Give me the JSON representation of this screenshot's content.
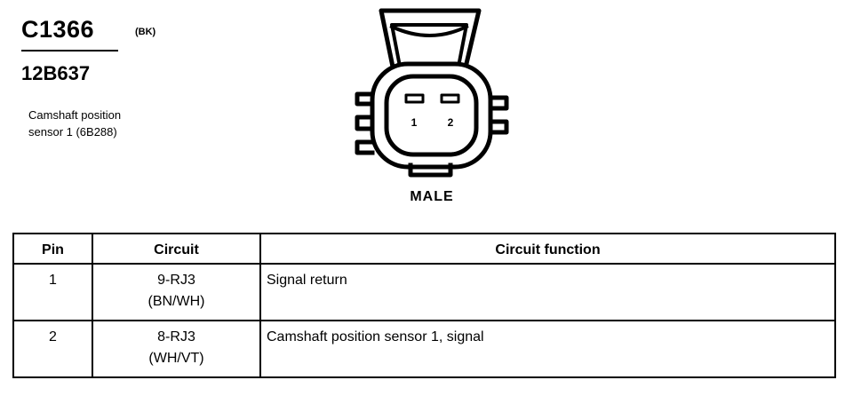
{
  "header": {
    "connector_id": "C1366",
    "color_code": "(BK)",
    "part_number": "12B637",
    "description_lines": [
      "Camshaft position",
      "sensor 1 (6B288)"
    ]
  },
  "connector": {
    "pin_labels": [
      "1",
      "2"
    ],
    "view": "MALE"
  },
  "table": {
    "headers": [
      "Pin",
      "Circuit",
      "Circuit function"
    ],
    "rows": [
      {
        "pin": "1",
        "circuit": [
          "9-RJ3",
          "(BN/WH)"
        ],
        "function": "Signal return"
      },
      {
        "pin": "2",
        "circuit": [
          "8-RJ3",
          "(WH/VT)"
        ],
        "function": "Camshaft position sensor 1, signal"
      }
    ]
  }
}
